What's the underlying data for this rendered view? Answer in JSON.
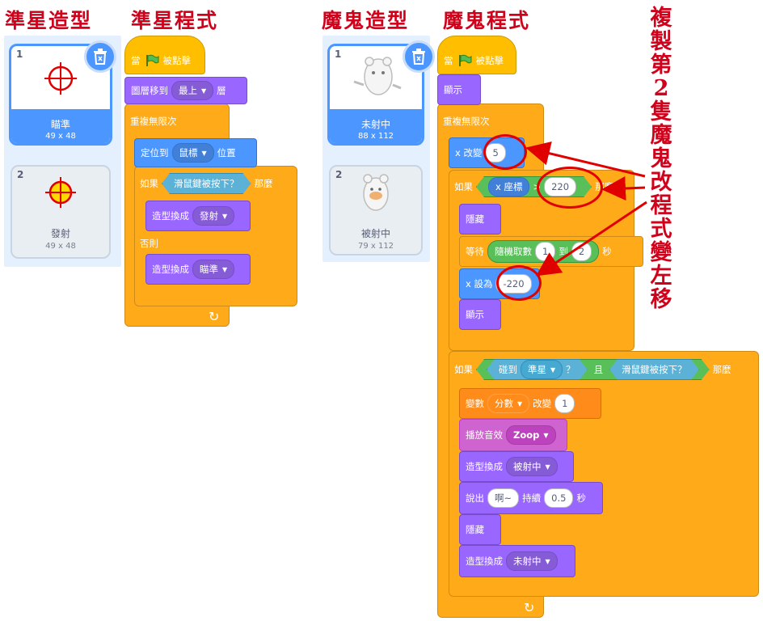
{
  "titles": {
    "crosshair_costumes": "準星造型",
    "crosshair_code": "準星程式",
    "ghost_costumes": "魔鬼造型",
    "ghost_code": "魔鬼程式"
  },
  "annotation": "複製第2隻魔鬼改程式變左移",
  "crosshair_costumes": [
    {
      "num": "1",
      "name": "瞄準",
      "size": "49 x 48"
    },
    {
      "num": "2",
      "name": "發射",
      "size": "49 x 48"
    }
  ],
  "ghost_costumes": [
    {
      "num": "1",
      "name": "未射中",
      "size": "88 x 112"
    },
    {
      "num": "2",
      "name": "被射中",
      "size": "79 x 112"
    }
  ],
  "crosshair_script": {
    "hat": {
      "when": "當",
      "clicked": "被點擊"
    },
    "layer": {
      "text": "圖層移到",
      "value": "最上",
      "suffix": "層"
    },
    "forever": "重複無限次",
    "goto": {
      "text": "定位到",
      "value": "鼠標",
      "suffix": "位置"
    },
    "if": {
      "text": "如果",
      "cond": "滑鼠鍵被按下？",
      "then": "那麼"
    },
    "switch1": {
      "text": "造型換成",
      "value": "發射"
    },
    "else": "否則",
    "switch2": {
      "text": "造型換成",
      "value": "瞄準"
    }
  },
  "ghost_script": {
    "hat": {
      "when": "當",
      "clicked": "被點擊"
    },
    "show1": "顯示",
    "forever": "重複無限次",
    "change_x": {
      "text": "x 改變",
      "value": "5"
    },
    "if1": {
      "text": "如果",
      "reporter": "x 座標",
      "op": ">",
      "value": "220",
      "then": "那麼"
    },
    "hide1": "隱藏",
    "wait": {
      "text": "等待",
      "random": "隨機取數",
      "from": "1",
      "to_label": "到",
      "to": "2",
      "unit": "秒"
    },
    "set_x": {
      "text": "x 設為",
      "value": "-220"
    },
    "show2": "顯示",
    "if2": {
      "text": "如果",
      "touch": "碰到",
      "target": "準星",
      "q": "？",
      "and": "且",
      "cond": "滑鼠鍵被按下？",
      "then": "那麼"
    },
    "change_var": {
      "text": "變數",
      "var": "分數",
      "action": "改變",
      "value": "1"
    },
    "play_sound": {
      "text": "播放音效",
      "value": "Zoop"
    },
    "switch1": {
      "text": "造型換成",
      "value": "被射中"
    },
    "say": {
      "text": "說出",
      "value": "啊~",
      "dur": "持續",
      "secs": "0.5",
      "unit": "秒"
    },
    "hide2": "隱藏",
    "switch2": {
      "text": "造型換成",
      "value": "未射中"
    }
  },
  "colors": {
    "annotation_red": "#d0021b",
    "accent": "#4c97ff"
  }
}
